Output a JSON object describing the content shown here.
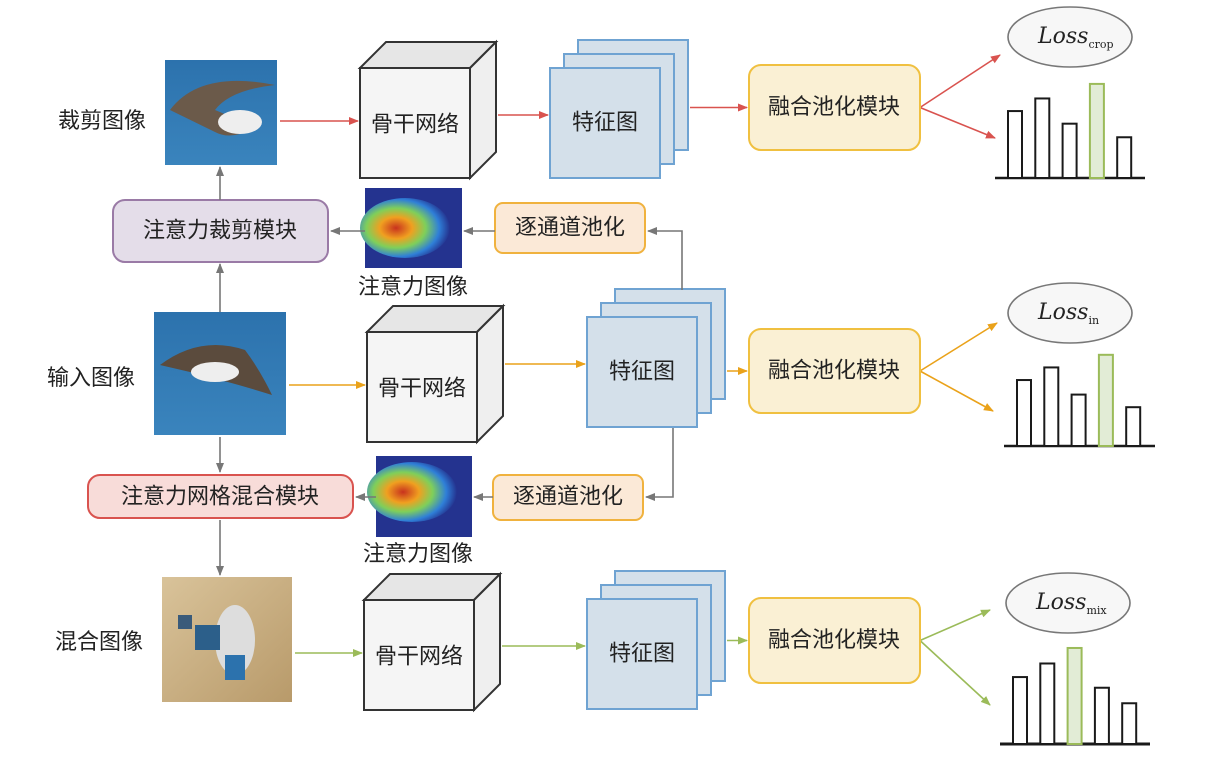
{
  "labels": {
    "crop_image": "裁剪图像",
    "input_image": "输入图像",
    "mixed_image": "混合图像",
    "attention_image": "注意力图像",
    "backbone": "骨干网络",
    "feature_map": "特征图",
    "fusion_pooling": "融合池化模块",
    "channel_pooling": "逐通道池化",
    "attention_crop_module": "注意力裁剪模块",
    "attention_grid_mix_module": "注意力网格混合模块"
  },
  "losses": [
    {
      "main": "Loss",
      "sub": "crop"
    },
    {
      "main": "Loss",
      "sub": "in"
    },
    {
      "main": "Loss",
      "sub": "mix"
    }
  ],
  "bar_scores": [
    [
      0.69,
      0.82,
      0.56,
      0.97,
      0.42
    ],
    [
      0.68,
      0.81,
      0.53,
      0.94,
      0.4
    ],
    [
      0.69,
      0.83,
      0.99,
      0.58,
      0.42
    ]
  ],
  "highlight_bar": [
    3,
    3,
    2
  ],
  "colors": {
    "crop_flow": "#d9534f",
    "input_flow": "#eaa21a",
    "mix_flow": "#9bbb59",
    "aux_flow": "#777777"
  }
}
